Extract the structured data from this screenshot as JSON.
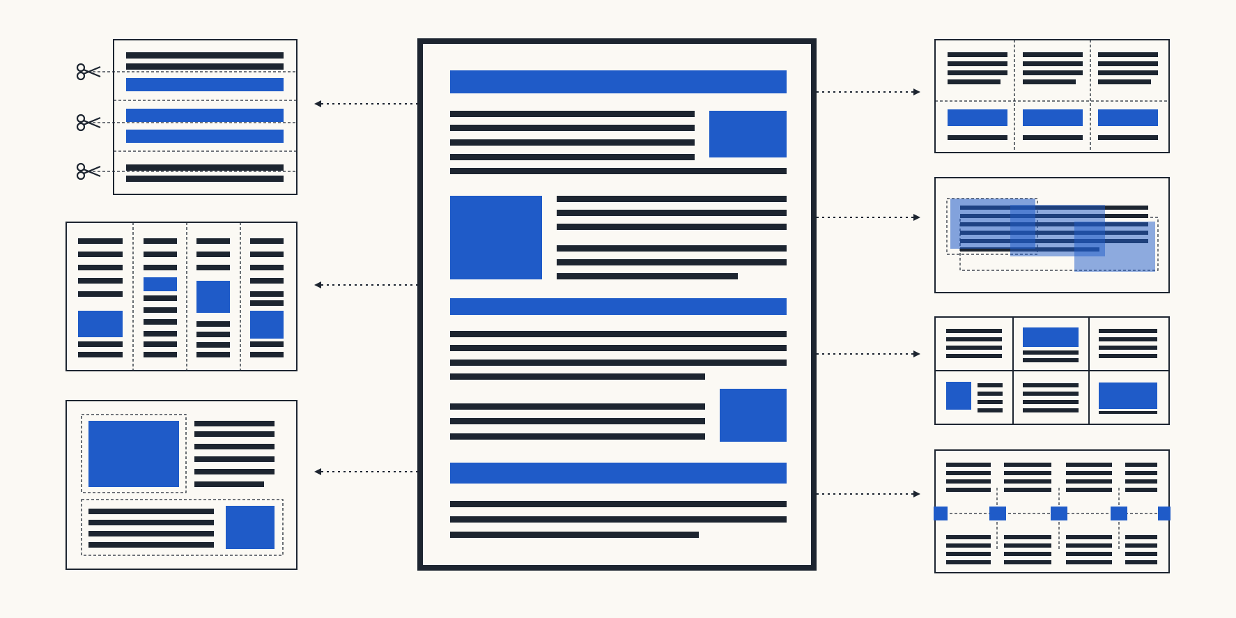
{
  "diagram": {
    "colors": {
      "background": "#fbf9f4",
      "ink": "#1d2530",
      "accent": "#1f5bc8",
      "panel_fill": "#fbf9f4"
    },
    "source_document": {
      "name": "source-document",
      "content": [
        "heading-bar",
        "text-lines",
        "image-block",
        "heading-bar",
        "text-lines",
        "image-block",
        "heading-bar",
        "text-lines"
      ]
    },
    "chunking_strategies": [
      {
        "name": "fixed-size-chunking",
        "side": "left",
        "icon": "scissors-icon"
      },
      {
        "name": "column-chunking",
        "side": "left",
        "icon": "column-divider"
      },
      {
        "name": "region-chunking",
        "side": "left",
        "icon": "dashed-region"
      },
      {
        "name": "grid-chunking",
        "side": "right",
        "icon": "grid-cells"
      },
      {
        "name": "overlapping-window-chunking",
        "side": "right",
        "icon": "overlap-windows"
      },
      {
        "name": "cell-layout-chunking",
        "side": "right",
        "icon": "cell-grid"
      },
      {
        "name": "linked-node-chunking",
        "side": "right",
        "icon": "node-chain"
      }
    ],
    "icons": [
      "scissors-icon",
      "arrow-left-icon",
      "arrow-right-icon"
    ]
  }
}
